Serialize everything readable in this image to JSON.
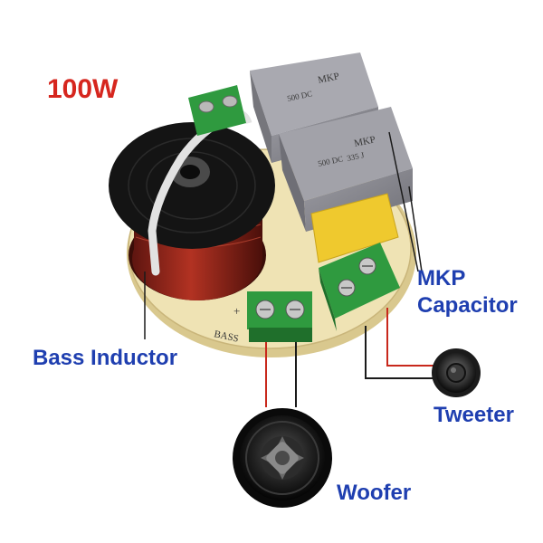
{
  "labels": {
    "power": "100W",
    "bass_inductor": "Bass Inductor",
    "mkp_line1": "MKP",
    "mkp_line2": "Capacitor",
    "tweeter": "Tweeter",
    "woofer": "Woofer"
  },
  "pcb_markings": {
    "bass": "BASS",
    "plus": "+",
    "mkp_capacitor_brand": "MKP",
    "mkp_capacitor_rating": "335 J",
    "mkp_capacitor_voltage": "500 DC"
  },
  "colors": {
    "label_red": "#d6261e",
    "label_blue": "#1f3fb0",
    "pcb": "#efe3b4",
    "terminal_green": "#2f9a3f",
    "capacitor_gray": "#8b8b92",
    "capacitor_yellow": "#efc92e",
    "coil_copper": "#9b2a1c",
    "wire_red": "#c8281c",
    "wire_black": "#1a1a1a"
  }
}
